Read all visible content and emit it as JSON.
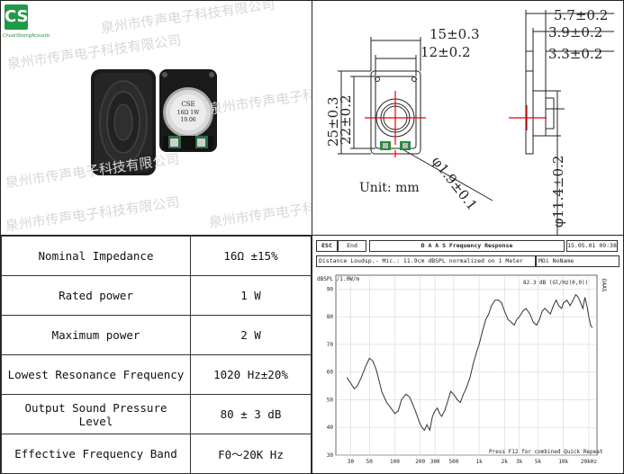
{
  "photo": {
    "logo_letters": "CS",
    "logo_subtitle": "ChuanShengAcoustic",
    "speaker_label_lines": [
      "CSE",
      "16Ω 1W",
      "19.06"
    ],
    "watermark": "泉州市传声电子科技有限公司"
  },
  "drawing": {
    "dimensions": {
      "width_outer": "15±0.3",
      "width_inner": "12±0.2",
      "height_outer": "25±0.3",
      "height_inner": "22±0.2",
      "depth_total": "5.7±0.2",
      "depth_mid": "3.9±0.2",
      "depth_frame": "3.3±0.2",
      "hole_dia": "φ1.9±0.1",
      "cone_dia": "φ11.4±0.2"
    },
    "unit_label": "Unit: mm"
  },
  "specs": [
    {
      "label": "Nominal Impedance",
      "value": "16Ω ±15%"
    },
    {
      "label": "Rated power",
      "value": "1 W"
    },
    {
      "label": "Maximum power",
      "value": "2 W"
    },
    {
      "label": "Lowest Resonance Frequency",
      "value": "1020 Hz±20%"
    },
    {
      "label": "Output Sound Pressure Level",
      "value": "80 ± 3 dB"
    },
    {
      "label": "Effective Frequency Band",
      "value": "F0～20K Hz"
    }
  ],
  "chart_header": {
    "esc": "ESC",
    "end": "End",
    "title": "D A A S   Frequency Response",
    "date": "15.05.01 09:38",
    "subtitle": "Distance Loudsp.- Mic.: 11.9cm dBSPL normalized on 1 Meter",
    "mode": "MOi  NoName",
    "footer": "Press F12 for combined Quick Repeat",
    "readout": "82.3 dB (Gl/Hz(0,0))",
    "vertical_label": "DAAS"
  },
  "chart_data": {
    "type": "line",
    "ylabel": "dBSPL /1.0W/m",
    "xscale": "log",
    "xlim": [
      20,
      25000
    ],
    "ylim": [
      30,
      95
    ],
    "yticks": [
      30,
      40,
      50,
      60,
      70,
      80,
      90
    ],
    "xtick_labels": [
      {
        "f": 30,
        "label": "30"
      },
      {
        "f": 50,
        "label": "50"
      },
      {
        "f": 100,
        "label": "100"
      },
      {
        "f": 200,
        "label": "200"
      },
      {
        "f": 300,
        "label": "300"
      },
      {
        "f": 500,
        "label": "500"
      },
      {
        "f": 1000,
        "label": "1k"
      },
      {
        "f": 2000,
        "label": "2k"
      },
      {
        "f": 3000,
        "label": "3k"
      },
      {
        "f": 5000,
        "label": "5k"
      },
      {
        "f": 10000,
        "label": "10k"
      },
      {
        "f": 20000,
        "label": "20kHz"
      }
    ],
    "grid": true,
    "series": [
      {
        "x": [
          27,
          30,
          33,
          36,
          40,
          45,
          50,
          55,
          60,
          65,
          70,
          80,
          90,
          100,
          110,
          120,
          135,
          150,
          165,
          180,
          195,
          210,
          225,
          240,
          260,
          280,
          300,
          320,
          340,
          360,
          390,
          420,
          460,
          500,
          550,
          600,
          650,
          700,
          780,
          850,
          950,
          1000,
          1100,
          1200,
          1300,
          1400,
          1550,
          1700,
          1850,
          2000,
          2200,
          2400,
          2600,
          2800,
          3000,
          3300,
          3600,
          4000,
          4400,
          4800,
          5200,
          5600,
          6000,
          6500,
          7000,
          7600,
          8200,
          8800,
          9500,
          10000,
          11000,
          12000,
          13000,
          14000,
          15000,
          16000,
          17000,
          18000,
          19000,
          20000,
          21000,
          22000
        ],
        "y": [
          58,
          56,
          54,
          55,
          58,
          62,
          65,
          64,
          61,
          57,
          53,
          49,
          47,
          45,
          46,
          50,
          52,
          51,
          48,
          45,
          42,
          40,
          39,
          41,
          39,
          44,
          46,
          47,
          45,
          44,
          46,
          49,
          53,
          52,
          50,
          49,
          52,
          54,
          58,
          63,
          68,
          70,
          75,
          79,
          81,
          84,
          86,
          86,
          85,
          82,
          79,
          78,
          77,
          79,
          80,
          82,
          83,
          81,
          78,
          77,
          79,
          82,
          83,
          82,
          81,
          84,
          86,
          84,
          83,
          85,
          86,
          84,
          86,
          88,
          87,
          85,
          83,
          87,
          84,
          80,
          77,
          76
        ]
      }
    ]
  }
}
